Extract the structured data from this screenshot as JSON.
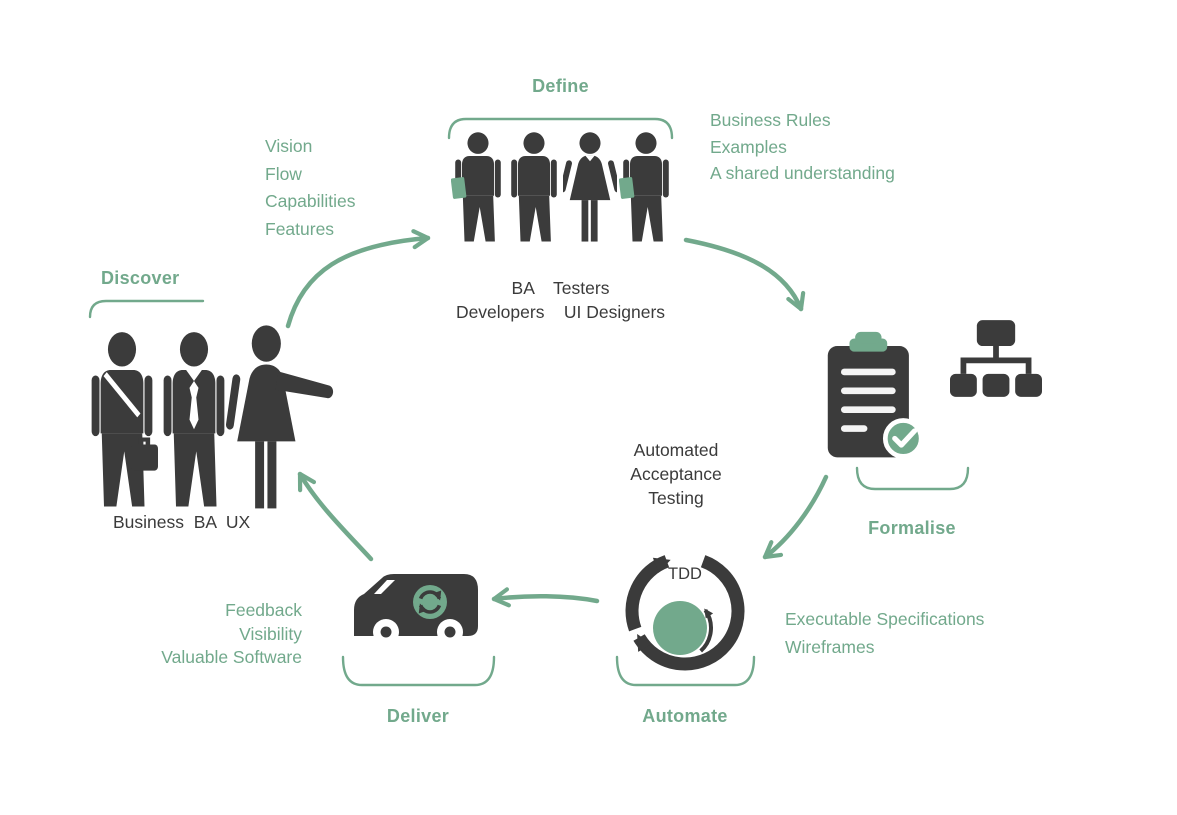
{
  "colors": {
    "green": "#72a98c",
    "dark": "#3b3b3b"
  },
  "discover": {
    "label": "Discover",
    "roles": "Business  BA  UX"
  },
  "define": {
    "label": "Define",
    "inputs": [
      "Vision",
      "Flow",
      "Capabilities",
      "Features"
    ],
    "outputs": [
      "Business Rules",
      "Examples",
      "A shared understanding"
    ],
    "roles_line1": "BA    Testers",
    "roles_line2": "Developers    UI Designers"
  },
  "formalise": {
    "label": "Formalise"
  },
  "automate": {
    "label": "Automate",
    "caption": [
      "Automated",
      "Acceptance",
      "Testing"
    ],
    "icon_text": "TDD",
    "outputs": [
      "Executable Specifications",
      "Wireframes"
    ]
  },
  "deliver": {
    "label": "Deliver",
    "outputs": [
      "Feedback",
      "Visibility",
      "Valuable Software"
    ]
  },
  "icons": {
    "discover": "three-people-icon",
    "define": "four-people-team-icon",
    "formalise_clipboard": "clipboard-check-icon",
    "formalise_sitemap": "sitemap-icon",
    "automate": "tdd-cycle-icon",
    "deliver": "delivery-van-icon"
  }
}
